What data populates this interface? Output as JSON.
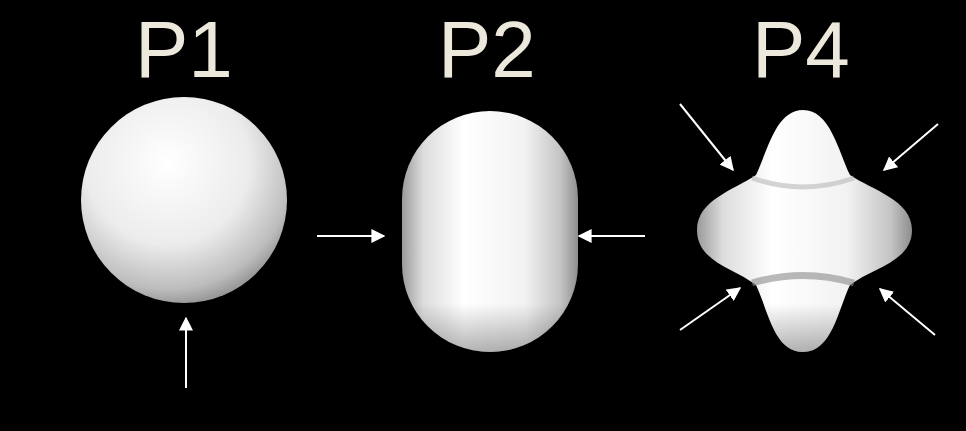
{
  "diagram": {
    "labels": [
      "P1",
      "P2",
      "P4"
    ]
  }
}
